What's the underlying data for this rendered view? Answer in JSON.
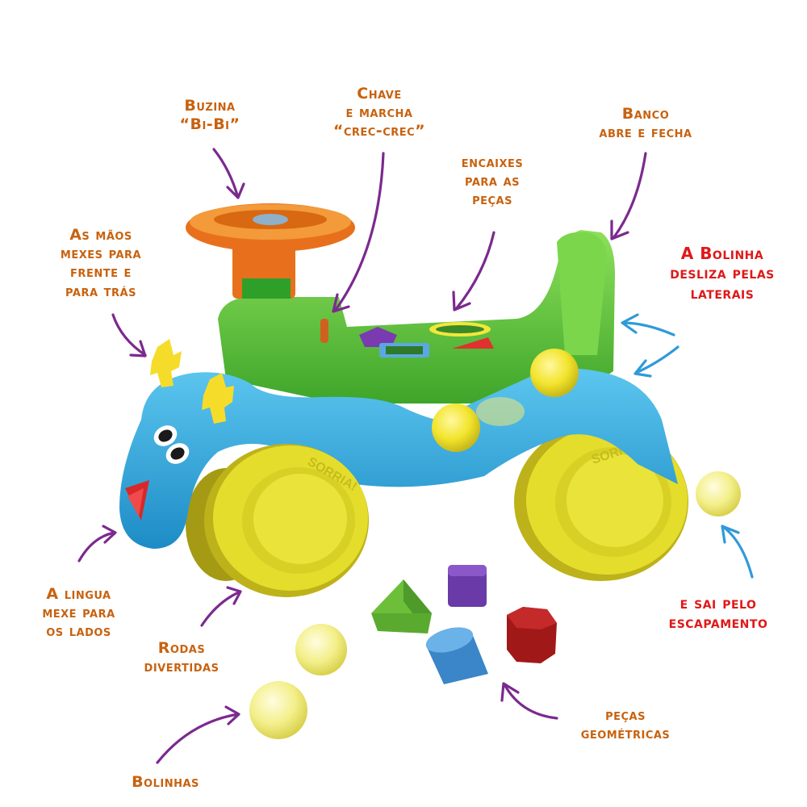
{
  "colors": {
    "label_orange": "#c8620f",
    "label_red": "#e01818",
    "arrow_purple": "#7b2a8e",
    "arrow_blue": "#2f9ad8",
    "body_blue": "#2aa6dc",
    "seat_green": "#5cc43a",
    "wheel_yellow": "#e6e22a",
    "steering_orange": "#f07a1c"
  },
  "product": {
    "wheel_brand": "SORRIA!",
    "description": "ride-on toy car with shape sorter"
  },
  "labels": {
    "buzina": "Buzina\n“Bi-Bi”",
    "chave": "Chave\ne marcha\n“crec-crec”",
    "banco": "Banco\nabre e fecha",
    "encaixes": "encaixes\npara as\npeças",
    "maos": "As mãos\nmexes para\nfrente e\npara trás",
    "bolinha_desliza": "A Bolinha\ndesliza pelas\nlaterais",
    "lingua": "A lingua\nmexe para\nos lados",
    "rodas": "Rodas\ndivertidas",
    "bolinhas": "Bolinhas",
    "sai_pelo": "e sai pelo\nescapamento",
    "pecas_geometricas": "peças\ngeométricas"
  }
}
